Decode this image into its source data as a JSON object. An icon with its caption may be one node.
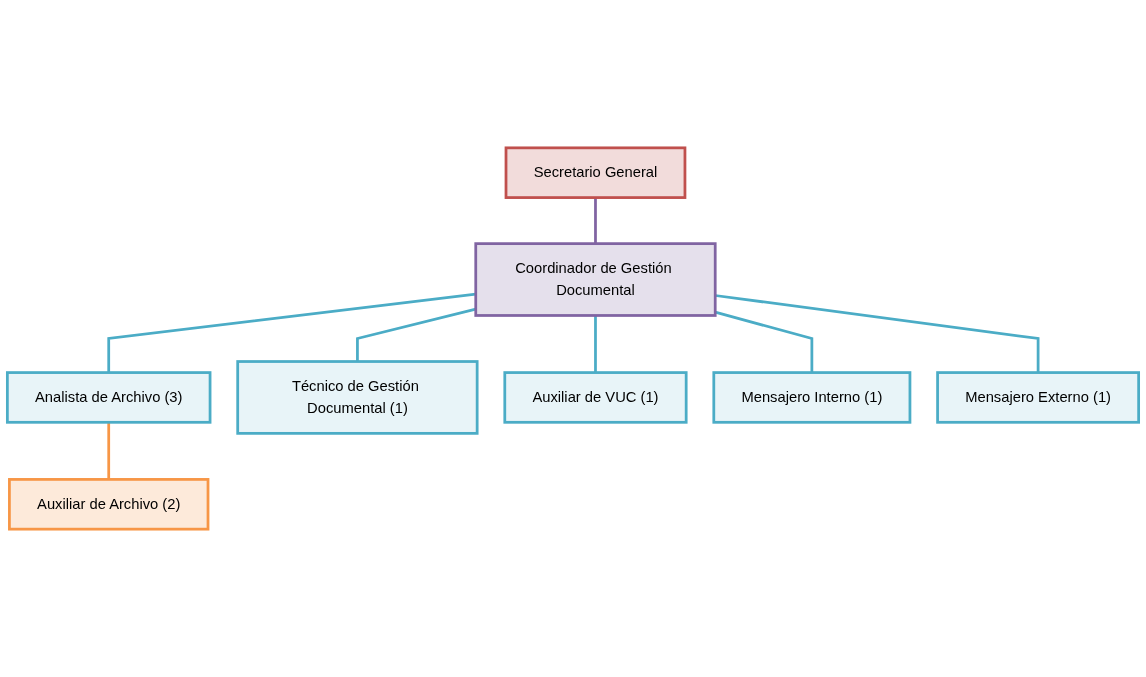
{
  "diagram": {
    "nodes": [
      {
        "text": [
          "Secretario General"
        ]
      },
      {
        "text": [
          "Coordinador de Gestión Documental"
        ]
      },
      {
        "text": [
          "Analista de Archivo (3)"
        ]
      },
      {
        "text": [
          "Técnico de Gestión Documental (1)"
        ]
      },
      {
        "text": [
          "Auxiliar de VUC (1)"
        ]
      },
      {
        "text": [
          "Mensajero Interno (1)"
        ]
      },
      {
        "text": [
          "Mensajero Externo (1)"
        ]
      },
      {
        "text": [
          "Auxiliar de Archivo (2)"
        ]
      }
    ],
    "edges": [
      {
        "from": 0,
        "to": 1,
        "arrow": "none",
        "color": "#8064a2"
      },
      {
        "from": 1,
        "to": 2,
        "arrow": "none"
      },
      {
        "from": 1,
        "to": 3,
        "arrow": "none"
      },
      {
        "from": 1,
        "to": 4,
        "arrow": "none"
      },
      {
        "from": 1,
        "to": 5,
        "arrow": "none"
      },
      {
        "from": 1,
        "to": 6,
        "arrow": "none"
      },
      {
        "from": 2,
        "to": 7,
        "arrow": "none",
        "color": "#f79646"
      }
    ]
  }
}
